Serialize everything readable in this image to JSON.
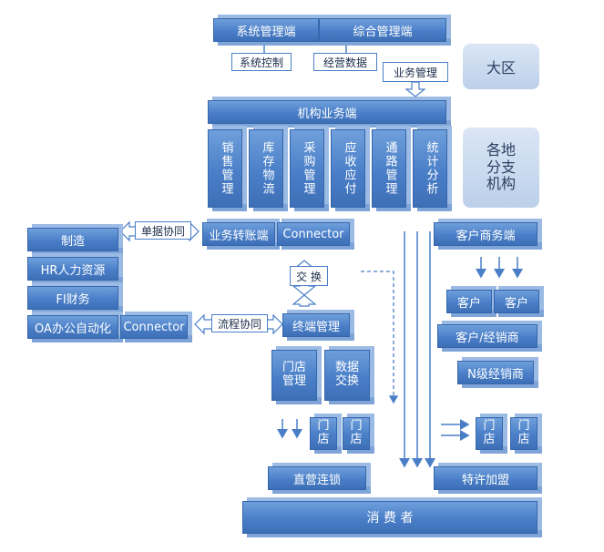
{
  "top": {
    "system_mgmt": "系统管理端",
    "integrated_mgmt": "综合管理端",
    "system_control": "系统控制",
    "operating_data": "经营数据",
    "business_mgmt": "业务管理"
  },
  "regions": {
    "greater_region": "大区",
    "branches": "各地\n分支\n机构"
  },
  "org": {
    "title": "机构业务端",
    "modules": [
      "销售管理",
      "库存物流",
      "采购管理",
      "应收应付",
      "通路管理",
      "统计分析"
    ]
  },
  "left": {
    "items": [
      "制造",
      "HR人力资源",
      "FI财务",
      "OA办公自动化"
    ],
    "connector": "Connector",
    "doc_sync": "单据协同",
    "flow_sync": "流程协同"
  },
  "middle": {
    "transfer": "业务转账端",
    "connector": "Connector",
    "exchange": "交 换",
    "terminal": "终端管理",
    "store_mgmt": "门店\n管理",
    "data_exchange": "数据\n交换",
    "store": "门\n店",
    "direct": "直营连锁"
  },
  "right": {
    "customer_business": "客户商务端",
    "customer": "客户",
    "customer_dealer": "客户/经销商",
    "n_dealer": "N级经销商",
    "franchise": "特许加盟"
  },
  "bottom": {
    "consumer": "消    费    者"
  }
}
